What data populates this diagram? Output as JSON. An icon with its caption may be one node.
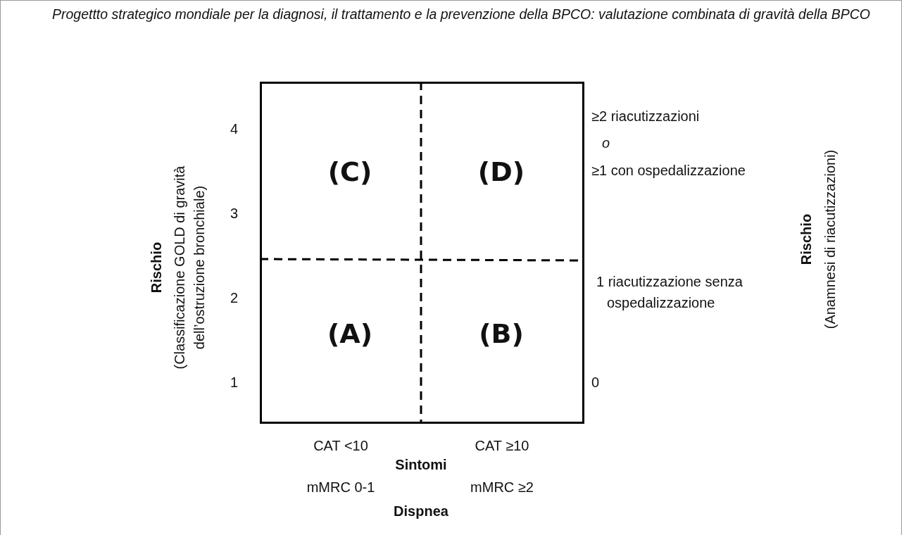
{
  "diagram": {
    "title": "Progettto strategico mondiale per la diagnosi, il trattamento e la prevenzione della BPCO: valutazione combinata di gravità della BPCO",
    "nodes": [
      {
        "text": [],
        "shape": "box"
      },
      {
        "text": [
          "(C)"
        ],
        "in": 0
      },
      {
        "text": [
          "(D)"
        ],
        "in": 0
      },
      {
        "text": [
          "(A)"
        ],
        "in": 0
      },
      {
        "text": [
          "(B)"
        ],
        "in": 0
      }
    ],
    "labels": [
      "≥2 riacutizzazioni",
      "4",
      "o",
      "≥1 con ospedalizzazione",
      "3",
      "Rischio",
      "(Classificazione GOLD di gravità dell’ostruzione bronchiale)",
      "Rischio",
      "(Anamnesi di riacutizzazioni)",
      "1 riacutizzazione senza ospedalizzazione",
      "2",
      "1",
      "0",
      "CAT <10",
      "CAT ≥10",
      "Sintomi",
      "mMRC 0-1",
      "mMRC ≥2",
      "Dispnea"
    ]
  }
}
